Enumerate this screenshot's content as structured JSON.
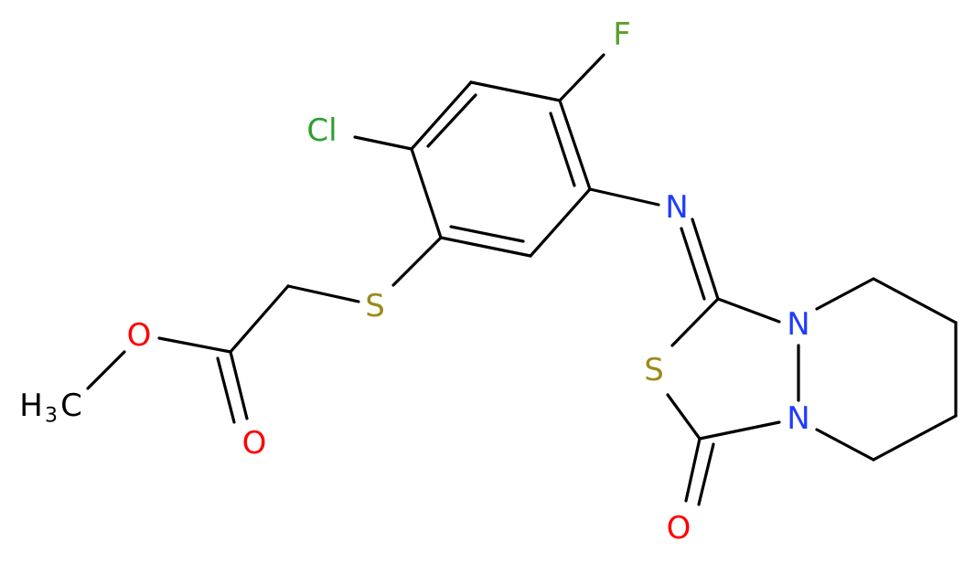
{
  "atoms": {
    "cl": {
      "label": "Cl",
      "color": "#2ca02c"
    },
    "f": {
      "label": "F",
      "color": "#5aa02c"
    },
    "n_imine": {
      "label": "N",
      "color": "#1f3cff"
    },
    "s_thioether": {
      "label": "S",
      "color": "#9b8a1a"
    },
    "s_ring": {
      "label": "S",
      "color": "#9b8a1a"
    },
    "n_ring_top": {
      "label": "N",
      "color": "#1f3cff"
    },
    "n_ring_bottom": {
      "label": "N",
      "color": "#1f3cff"
    },
    "o_ester": {
      "label": "O",
      "color": "#ff0000"
    },
    "o_carbonyl_ester": {
      "label": "O",
      "color": "#ff0000"
    },
    "o_carbonyl_ring": {
      "label": "O",
      "color": "#ff0000"
    },
    "methyl": {
      "label_main": "H",
      "label_sub": "3",
      "label_tail": "C",
      "color": "#000000"
    }
  }
}
